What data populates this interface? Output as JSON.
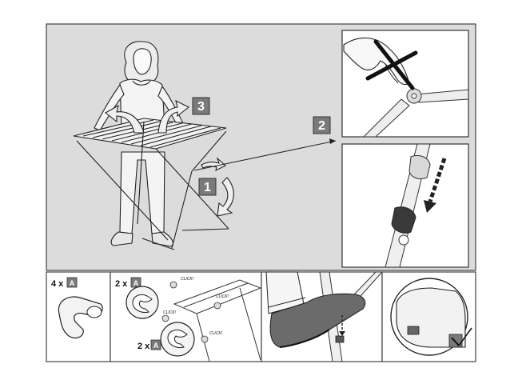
{
  "steps": {
    "step1": "1",
    "step2": "2",
    "step3": "3"
  },
  "parts": {
    "part_a_letter": "A",
    "count_top_left": "4 x",
    "count_mid_top": "2 x",
    "count_mid_bottom": "2 x"
  },
  "sound_label": "CLICK!",
  "colors": {
    "panel_bg": "#dcdcdc",
    "inset_bg": "#ffffff",
    "line": "#2a2a2a",
    "badge": "#7a7a7a"
  },
  "icons": [
    "forbidden-cross-icon",
    "down-arrow-icon",
    "rotate-arrow-icon",
    "check-corner-icon"
  ]
}
